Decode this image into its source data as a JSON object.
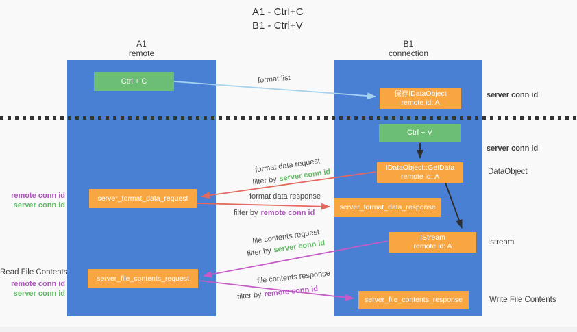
{
  "title": {
    "line1": "A1 - Ctrl+C",
    "line2": "B1 - Ctrl+V"
  },
  "lifelines": {
    "left": {
      "name": "A1",
      "role": "remote"
    },
    "right": {
      "name": "B1",
      "role": "connection"
    }
  },
  "boxes": {
    "ctrl_c": {
      "label": "Ctrl + C"
    },
    "ctrl_v": {
      "label": "Ctrl + V"
    },
    "save_idataobject": {
      "line1": "保存IDataObject",
      "line2": "remote id: A"
    },
    "getdata": {
      "line1": "IDataObject::GetData",
      "line2": "remote id: A"
    },
    "istream": {
      "line1": "IStream",
      "line2": "remote id: A"
    },
    "format_request": {
      "label": "server_format_data_request"
    },
    "format_response": {
      "label": "server_format_data_response"
    },
    "file_request": {
      "label": "server_file_contents_request"
    },
    "file_response": {
      "label": "server_file_contents_response"
    }
  },
  "arrow_labels": {
    "format_list": "format list",
    "format_data_request": "format data request",
    "format_data_response": "format data response",
    "file_contents_request": "file contents request",
    "file_contents_response": "file contents response",
    "filter_by": "filter by",
    "server_conn_id": "server conn id",
    "remote_conn_id": "remote conn id"
  },
  "side_labels": {
    "server_conn_id": "server conn id",
    "remote_conn_id": "remote conn id",
    "dataobject": "DataObject",
    "istream": "Istream",
    "read_file_contents": "Read File Contents",
    "write_file_contents": "Write File Contents"
  },
  "colors": {
    "lifeline_blue": "#4a80d4",
    "box_green": "#6cbe74",
    "box_orange": "#f7a641",
    "arrow_red": "#e5685d",
    "arrow_magenta": "#c55cc5",
    "arrow_light_blue": "#a5d2ee",
    "arrow_black": "#2e2e2e",
    "text_green": "#63bb66",
    "text_purple": "#b253c1"
  }
}
